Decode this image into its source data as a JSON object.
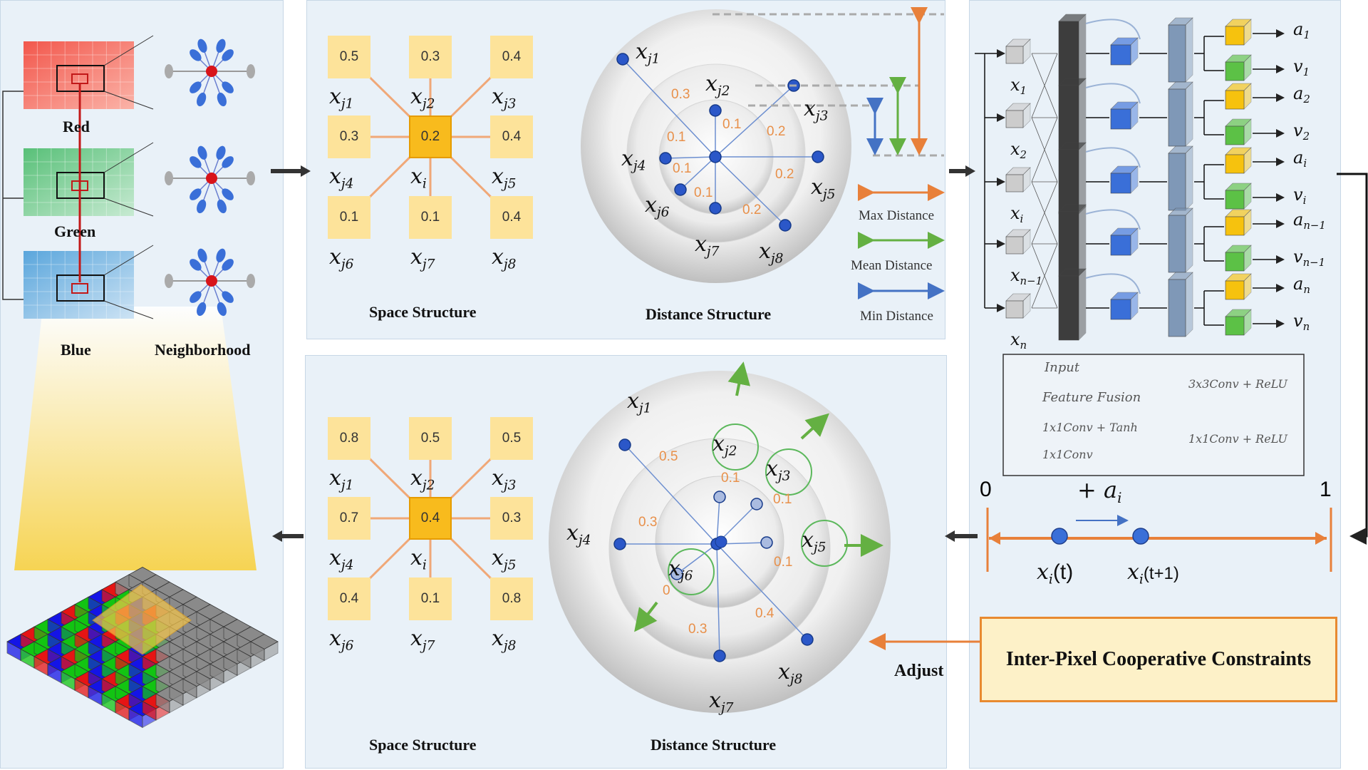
{
  "left_panel": {
    "channels": [
      "Red",
      "Green",
      "Blue"
    ],
    "neighborhood_label": "Neighborhood"
  },
  "top_panel": {
    "space_title": "Space Structure",
    "distance_title": "Distance Structure",
    "grid": [
      {
        "value": "0.5",
        "node": "j1"
      },
      {
        "value": "0.3",
        "node": "j2"
      },
      {
        "value": "0.4",
        "node": "j3"
      },
      {
        "value": "0.3",
        "node": "j4"
      },
      {
        "value": "0.2",
        "node": "i"
      },
      {
        "value": "0.4",
        "node": "j5"
      },
      {
        "value": "0.1",
        "node": "j6"
      },
      {
        "value": "0.1",
        "node": "j7"
      },
      {
        "value": "0.4",
        "node": "j8"
      }
    ],
    "ring_labels": [
      "0.3",
      "0.1",
      "0.1",
      "0.2",
      "0.1",
      "0.1",
      "0.2",
      "0.2"
    ],
    "legend": [
      "Max Distance",
      "Mean Distance",
      "Min Distance"
    ]
  },
  "bottom_panel": {
    "space_title": "Space Structure",
    "distance_title": "Distance Structure",
    "grid": [
      {
        "value": "0.8",
        "node": "j1"
      },
      {
        "value": "0.5",
        "node": "j2"
      },
      {
        "value": "0.5",
        "node": "j3"
      },
      {
        "value": "0.7",
        "node": "j4"
      },
      {
        "value": "0.4",
        "node": "i"
      },
      {
        "value": "0.3",
        "node": "j5"
      },
      {
        "value": "0.4",
        "node": "j6"
      },
      {
        "value": "0.1",
        "node": "j7"
      },
      {
        "value": "0.8",
        "node": "j8"
      }
    ],
    "ring_labels": [
      "0.5",
      "0.1",
      "0.1",
      "0.3",
      "0.1",
      "0",
      "0.3",
      "0.4"
    ],
    "adjust_label": "Adjust"
  },
  "network": {
    "inputs": [
      "1",
      "2",
      "i",
      "n−1",
      "n"
    ],
    "outputs": [
      {
        "a": "1",
        "v": "1"
      },
      {
        "a": "2",
        "v": "2"
      },
      {
        "a": "i",
        "v": "i"
      },
      {
        "a": "n−1",
        "v": "n−1"
      },
      {
        "a": "n",
        "v": "n"
      }
    ],
    "legend": {
      "input": "Input",
      "feature_fusion": "Feature Fusion",
      "conv_tanh": "1x1Conv + Tanh",
      "conv": "1x1Conv",
      "conv3_relu": "3x3Conv + ReLU",
      "conv1_relu": "1x1Conv + ReLU"
    },
    "colors": {
      "input": "#cccccc",
      "fusion": "#3a6fd8",
      "tanh": "#f6c20e",
      "conv": "#5cc146",
      "conv3": "#3d3d3d",
      "conv1": "#7f98b7"
    }
  },
  "number_line": {
    "start": "0",
    "end": "1",
    "increment": "+ a",
    "increment_sub": "i",
    "point_t": "x",
    "point_t_sub": "i",
    "point_t_suffix": "(t)",
    "point_t1": "x",
    "point_t1_sub": "i",
    "point_t1_suffix": "(t+1)"
  },
  "constraint_box": "Inter-Pixel Cooperative Constraints"
}
